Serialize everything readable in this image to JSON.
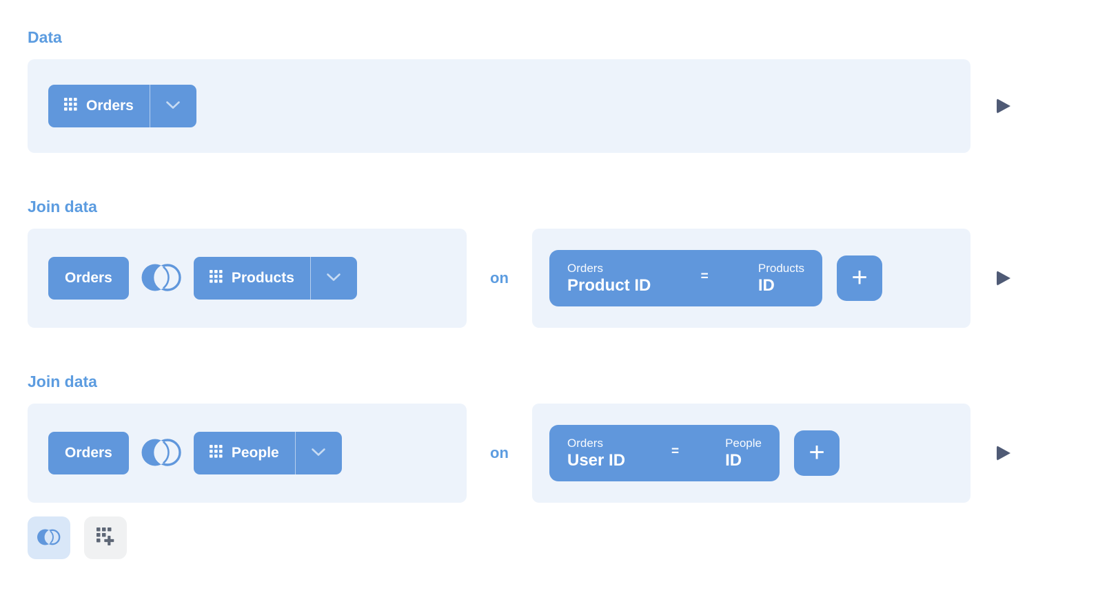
{
  "colors": {
    "accent_text": "#5C9CE0",
    "button_blue": "#6097DC",
    "panel_bg": "#EDF3FB",
    "play_triangle": "#4F5A75",
    "footer_join_bg": "#D9E7F8",
    "footer_gray_bg": "#F0F1F2",
    "footer_gray_icon": "#5E6776"
  },
  "data_step": {
    "title": "Data",
    "table_label": "Orders"
  },
  "join1": {
    "title": "Join data",
    "base_table": "Orders",
    "join_table": "Products",
    "on_label": "on",
    "condition": {
      "left_table": "Orders",
      "left_field": "Product ID",
      "operator": "=",
      "right_table": "Products",
      "right_field": "ID"
    },
    "add_label": "+"
  },
  "join2": {
    "title": "Join data",
    "base_table": "Orders",
    "join_table": "People",
    "on_label": "on",
    "condition": {
      "left_table": "Orders",
      "left_field": "User ID",
      "operator": "=",
      "right_table": "People",
      "right_field": "ID"
    },
    "add_label": "+"
  }
}
